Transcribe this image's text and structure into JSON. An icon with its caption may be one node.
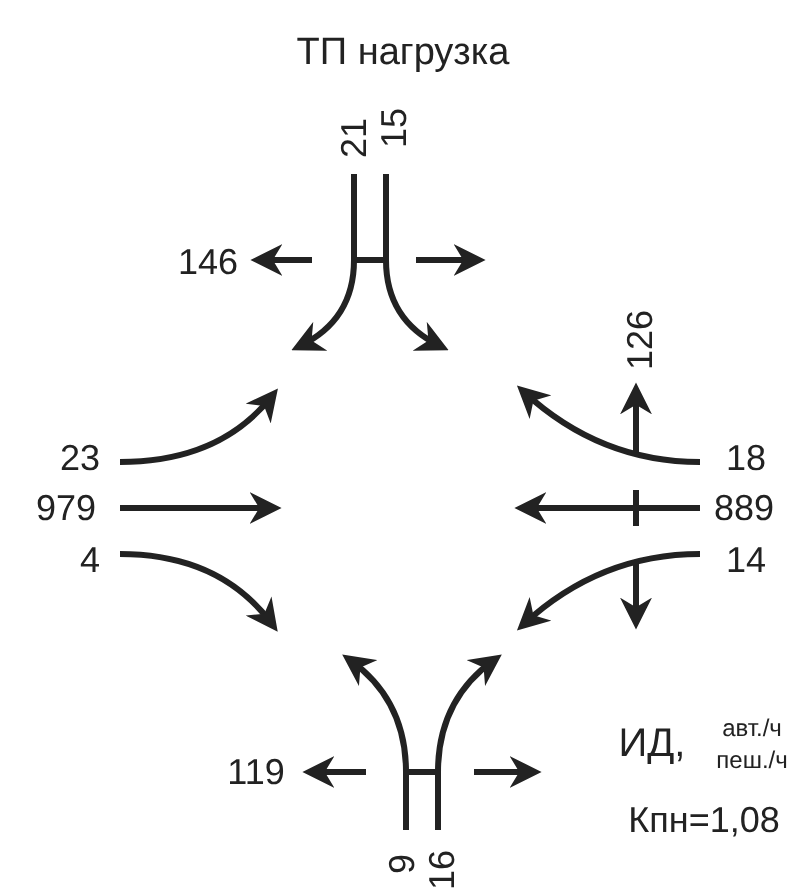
{
  "diagram": {
    "title": "ТП нагрузка",
    "labels": [
      "21",
      "15",
      "146",
      "126",
      "23",
      "18",
      "979",
      "889",
      "4",
      "14",
      "119",
      "9",
      "16",
      "ИД,",
      "авт./ч",
      "пеш./ч",
      "Кпн=1,08"
    ]
  }
}
